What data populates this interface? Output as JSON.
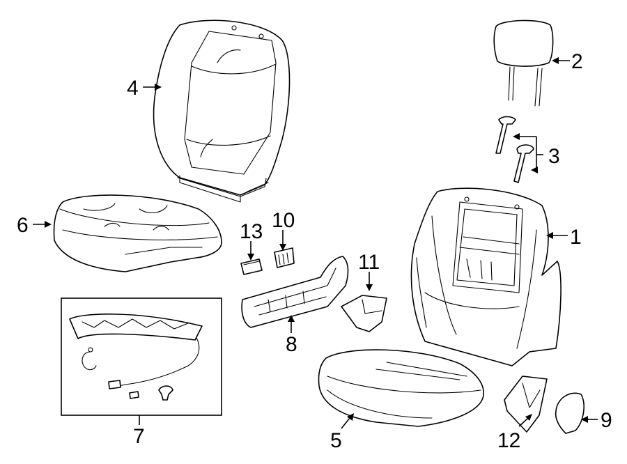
{
  "diagram": {
    "callouts": [
      {
        "id": "1",
        "part": "seat-back-frame"
      },
      {
        "id": "2",
        "part": "headrest"
      },
      {
        "id": "3",
        "part": "headrest-guide"
      },
      {
        "id": "4",
        "part": "seat-back-cover"
      },
      {
        "id": "5",
        "part": "seat-cushion-pad"
      },
      {
        "id": "6",
        "part": "seat-cushion-cover"
      },
      {
        "id": "7",
        "part": "heater-kit"
      },
      {
        "id": "8",
        "part": "side-shield"
      },
      {
        "id": "9",
        "part": "recliner-cover"
      },
      {
        "id": "10",
        "part": "switch"
      },
      {
        "id": "11",
        "part": "bracket"
      },
      {
        "id": "12",
        "part": "lower-bracket"
      },
      {
        "id": "13",
        "part": "knob"
      }
    ]
  }
}
